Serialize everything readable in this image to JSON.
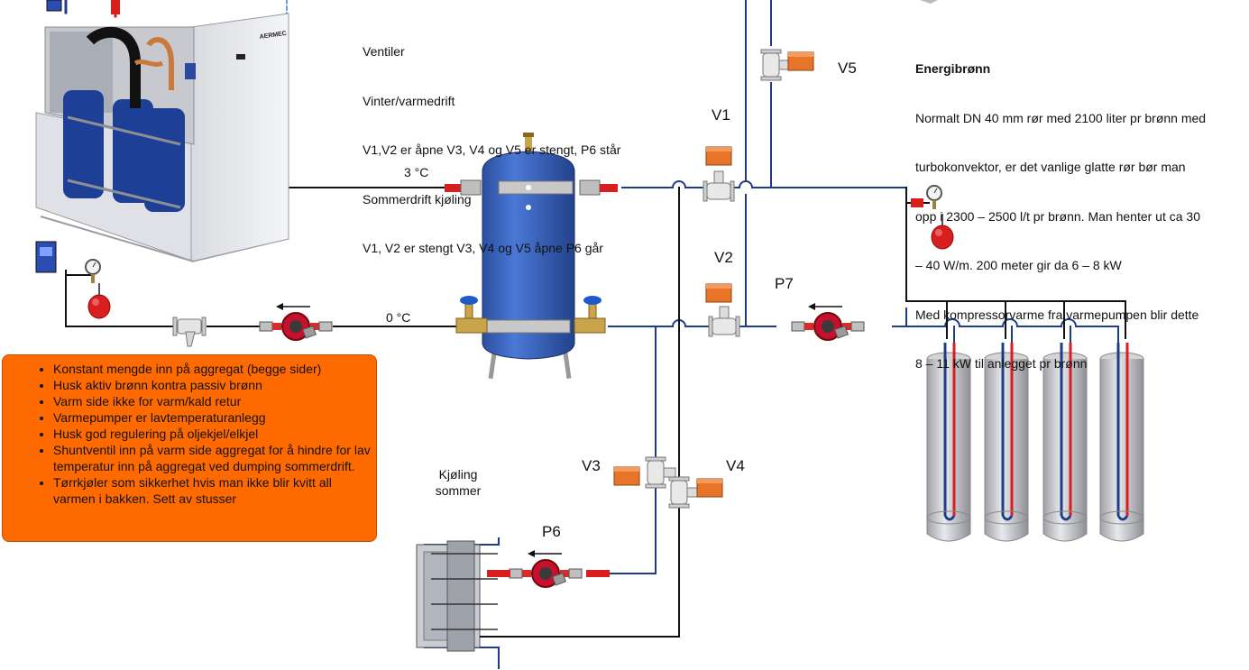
{
  "ventiler": {
    "lines": [
      "Ventiler",
      "Vinter/varmedrift",
      "V1,V2 er åpne V3, V4 og V5 er stengt, P6 står",
      "Sommerdrift kjøling",
      "V1, V2 er stengt V3, V4 og V5 åpne P6 går"
    ]
  },
  "energibronn": {
    "title": "Energibrønn",
    "lines": [
      "Normalt DN 40 mm rør med 2100 liter pr brønn med",
      "turbokonvektor, er det vanlige glatte rør bør man",
      "opp i 2300 – 2500 l/t pr brønn. Man henter ut ca 30",
      "– 40 W/m. 200 meter gir da 6 – 8 kW",
      "Med kompressorvarme fra varmepumpen blir dette",
      "8 – 11 kW til anlegget pr brønn"
    ]
  },
  "notes": {
    "items": [
      "Konstant mengde inn på aggregat (begge sider)",
      "Husk aktiv brønn kontra passiv brønn",
      "Varm side ikke for varm/kald retur",
      "Varmepumper er lavtemperaturanlegg",
      "Husk god regulering på oljekjel/elkjel",
      "Shuntventil inn på varm side aggregat for å hindre for lav temperatur inn på aggregat ved dumping sommerdrift.",
      "Tørrkjøler som sikkerhet hvis man ikke blir kvitt all varmen i bakken. Sett av stusser"
    ]
  },
  "temperatures": {
    "supply": "3 °C",
    "return": "0 °C"
  },
  "valves": {
    "v1": "V1",
    "v2": "V2",
    "v3": "V3",
    "v4": "V4",
    "v5": "V5"
  },
  "pumps": {
    "p6": "P6",
    "p7": "P7"
  },
  "heat_exchanger": {
    "line1": "Kjøling",
    "line2": "sommer"
  },
  "heatpump_brand": "AERMEC",
  "colors": {
    "pipe_black": "#111111",
    "pipe_blue": "#1f3c88",
    "tank_blue": "#3564c4",
    "note_orange": "#ff6a00",
    "actuator_orange": "#e8742a",
    "pump_red": "#c8102e",
    "expansion_red": "#d81e1e"
  },
  "icons": [
    "heat-pump-icon",
    "buffer-tank-icon",
    "pump-icon",
    "valve-icon",
    "expansion-vessel-icon",
    "pressure-gauge-icon",
    "strainer-icon",
    "plate-heat-exchanger-icon",
    "energy-well-icon"
  ]
}
